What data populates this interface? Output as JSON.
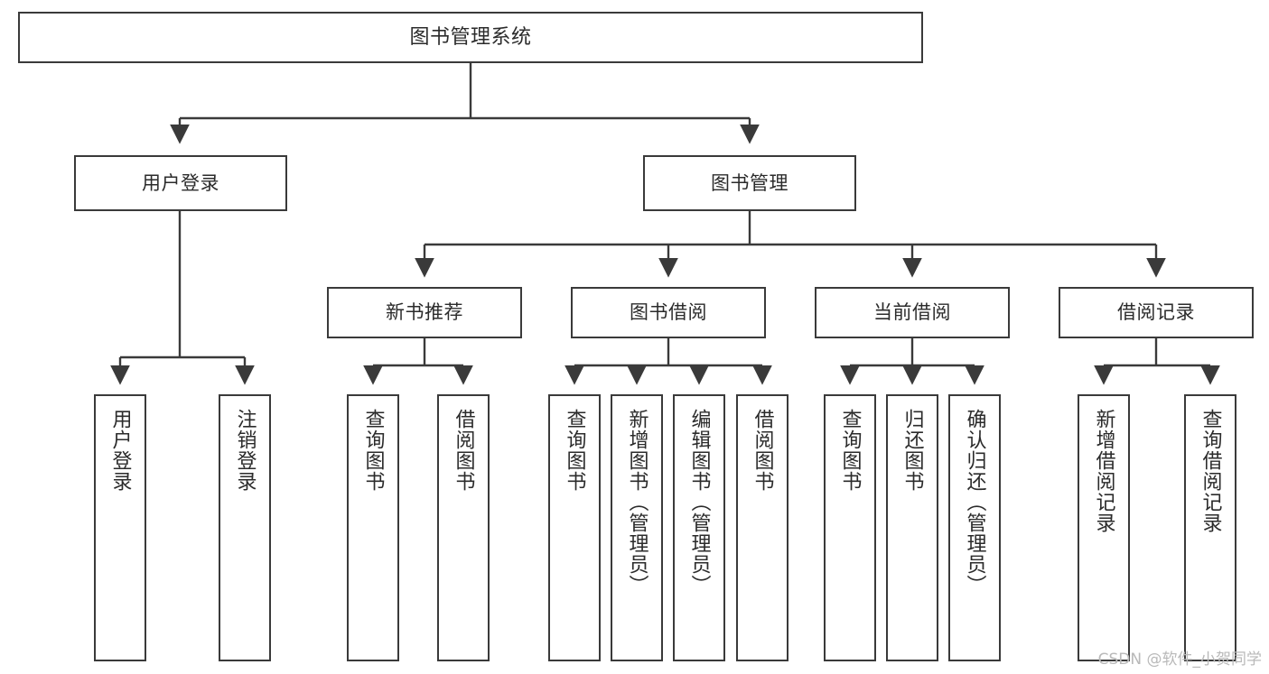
{
  "diagram": {
    "title": "图书管理系统",
    "type": "tree-hierarchy-chart",
    "root": {
      "label": "图书管理系统"
    },
    "level2": [
      {
        "label": "用户登录"
      },
      {
        "label": "图书管理"
      }
    ],
    "level3": [
      {
        "label": "新书推荐"
      },
      {
        "label": "图书借阅"
      },
      {
        "label": "当前借阅"
      },
      {
        "label": "借阅记录"
      }
    ],
    "leaves": {
      "user_login": [
        {
          "label": "用户登录"
        },
        {
          "label": "注销登录"
        }
      ],
      "new_book_recommend": [
        {
          "label": "查询图书"
        },
        {
          "label": "借阅图书"
        }
      ],
      "book_borrow": [
        {
          "label": "查询图书"
        },
        {
          "label": "新增图书（管理员）"
        },
        {
          "label": "编辑图书（管理员）"
        },
        {
          "label": "借阅图书"
        }
      ],
      "current_borrow": [
        {
          "label": "查询图书"
        },
        {
          "label": "归还图书"
        },
        {
          "label": "确认归还（管理员）"
        }
      ],
      "borrow_record": [
        {
          "label": "新增借阅记录"
        },
        {
          "label": "查询借阅记录"
        }
      ]
    }
  },
  "watermark": {
    "text": "CSDN @软件_小贺同学"
  },
  "colors": {
    "box_border": "#3a3a3a",
    "box_fill": "#ffffff",
    "connector": "#3a3a3a",
    "text": "#2b2b2b",
    "watermark": "#b9b9b9"
  }
}
